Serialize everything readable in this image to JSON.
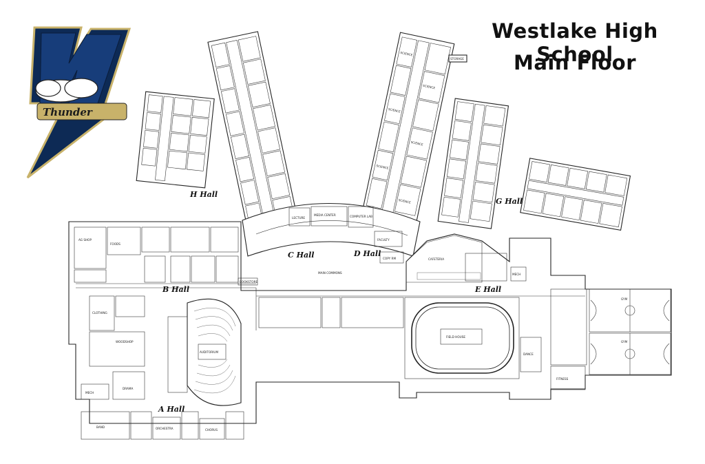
{
  "title": {
    "line1": "Westlake High School",
    "line2": "Main Floor"
  },
  "logo": {
    "letter": "W",
    "word": "Thunder",
    "icon": "lightning-w-logo"
  },
  "halls": {
    "a": "A Hall",
    "b": "B Hall",
    "c": "C Hall",
    "d": "D Hall",
    "e": "E Hall",
    "g": "G Hall",
    "h": "H Hall"
  },
  "rooms": {
    "ag_shop": "AG SHOP",
    "foods": "FOODS",
    "clothing": "CLOTHING",
    "woodshop": "WOODSHOP",
    "drama": "DRAMA",
    "auditorium": "AUDITORIUM",
    "band": "BAND",
    "orchestra": "ORCHESTRA",
    "chorus": "CHORUS",
    "mech": "MECH",
    "bookstore": "BOOKSTORE",
    "main_commons": "MAIN COMMONS",
    "lecture": "LECTURE",
    "media_center": "MEDIA CENTER",
    "computer_lab": "COMPUTER LAB",
    "faculty": "FACULTY",
    "copy_rm": "COPY RM",
    "cafeteria": "CAFETERIA",
    "field_house": "FIELD HOUSE",
    "dance": "DANCE",
    "gym": "GYM",
    "fitness": "FITNESS",
    "science": "SCIENCE",
    "storage": "STORAGE"
  },
  "colors": {
    "logo_navy": "#0d2a55",
    "logo_gold": "#c8b26a",
    "line": "#222222"
  }
}
